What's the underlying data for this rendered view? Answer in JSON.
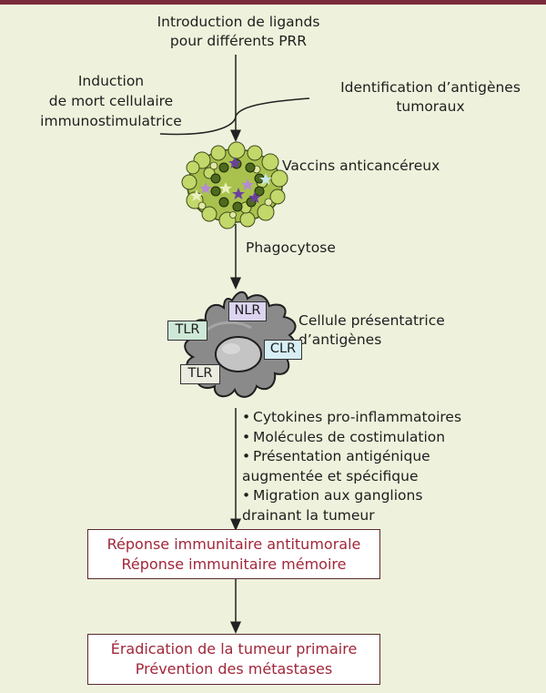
{
  "texts": {
    "ligands": [
      "Introduction de ligands",
      "pour différents PRR"
    ],
    "mort": [
      "Induction",
      "de mort cellulaire",
      "immunostimulatrice"
    ],
    "antigenes": [
      "Identification d’antigènes",
      "tumoraux"
    ],
    "vaccins": "Vaccins anticancéreux",
    "phagocytose": "Phagocytose",
    "cellule": [
      "Cellule présentatrice",
      "d’antigènes"
    ]
  },
  "receptors": {
    "nlr": "NLR",
    "tlr_top": "TLR",
    "clr": "CLR",
    "tlr_bottom": "TLR"
  },
  "effects": [
    "Cytokines pro-inflammatoires",
    "Molécules de costimulation",
    "Présentation antigénique",
    "augmentée et spécifique",
    "Migration aux ganglions",
    "drainant la tumeur"
  ],
  "box_reponse": [
    "Réponse immunitaire antitumorale",
    "Réponse immunitaire mémoire"
  ],
  "box_eradication": [
    "Éradication de la tumeur primaire",
    "Prévention des métastases"
  ],
  "colors": {
    "background": "#eef2dc",
    "top_bar": "#7a2b3a",
    "box_text": "#a0273a",
    "nlr_fill": "#dcd4f0",
    "tlr_top_fill": "#cde8d6",
    "clr_fill": "#d6eef4",
    "tlr_bottom_fill": "#ecebe0"
  }
}
